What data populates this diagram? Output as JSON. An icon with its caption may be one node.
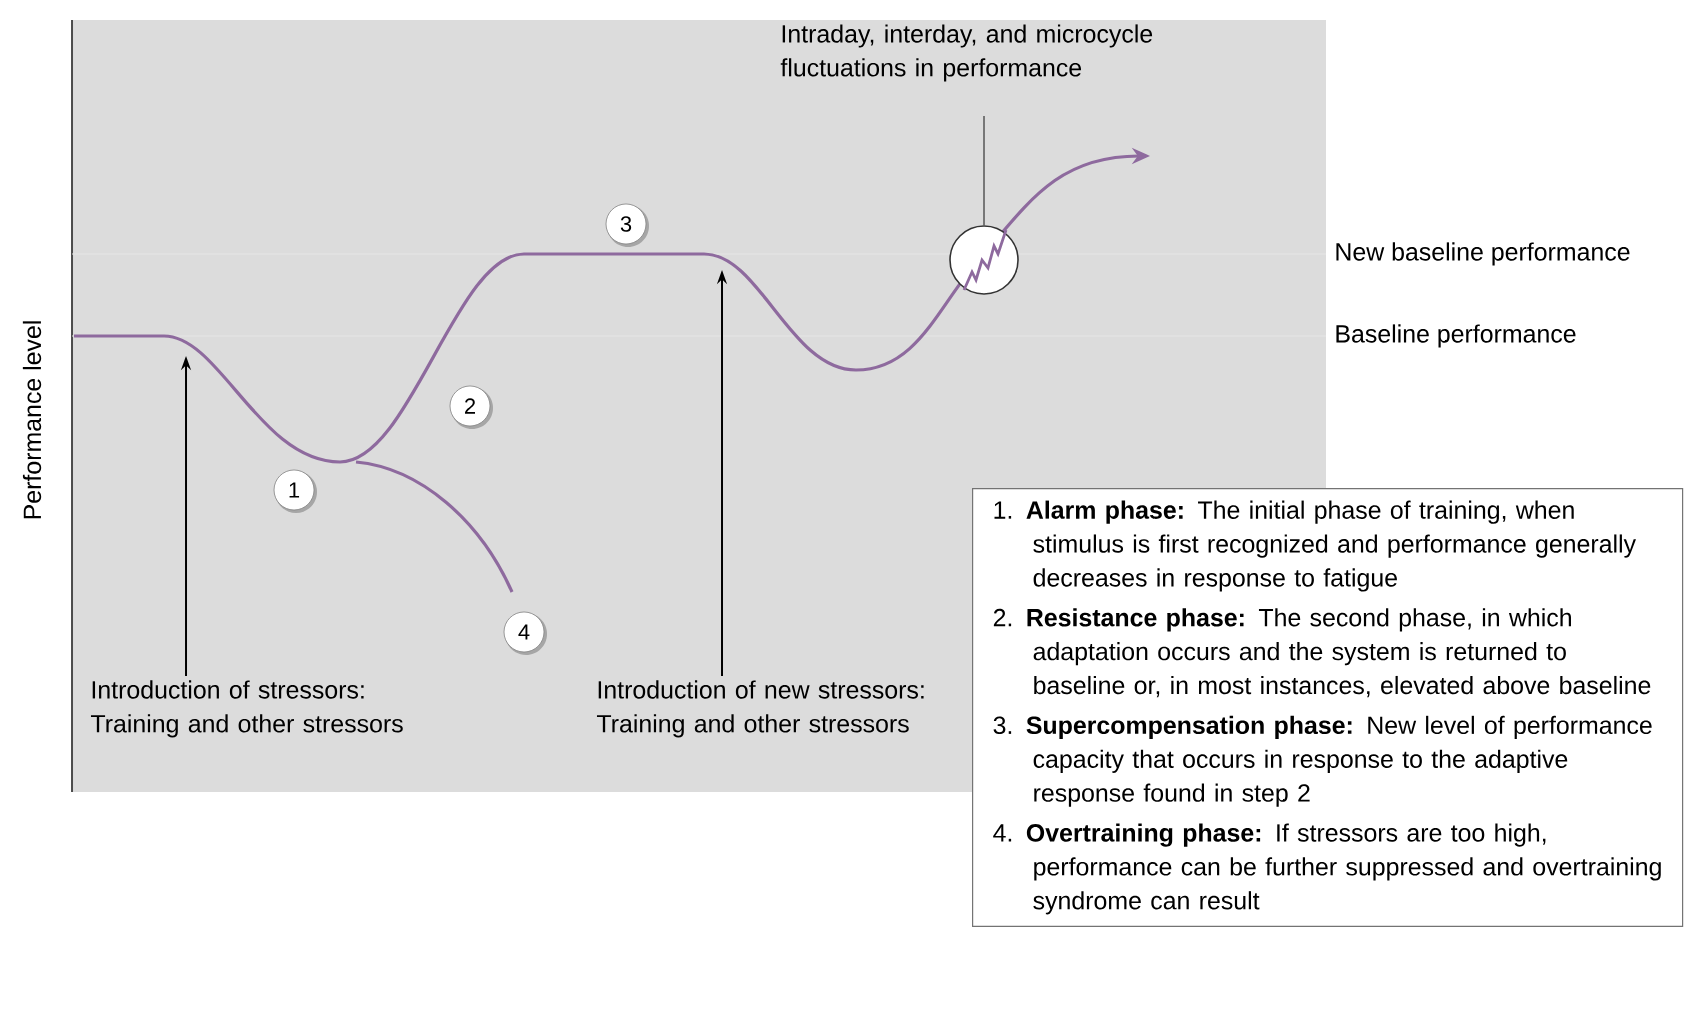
{
  "diagram": {
    "nodes": [
      {
        "text": [
          "Introduction of stressors: Training and other stressors"
        ]
      },
      {
        "text": [
          "Introduction of new stressors: Training and other stressors"
        ]
      },
      {
        "text": [
          "Intraday, interday, and microcycle fluctuations in performance"
        ]
      },
      {
        "text": [],
        "shape": "circle"
      },
      {
        "text": [
          "1. **Alarm phase:** The initial phase of training, when stimulus is first recognized and performance generally decreases in response to fatigue",
          "2. **Resistance phase:** The second phase, in which adaptation occurs and the system is returned to baseline or, in most instances, elevated above baseline",
          "3. **Supercompensation phase:** New level of performance capacity that occurs in response to the adaptive response found in step 2",
          "4. **Overtraining phase:** If stressors are too high, performance can be further suppressed and overtraining syndrome can result"
        ]
      },
      {
        "text": [
          "1"
        ]
      },
      {
        "text": [
          "2"
        ]
      },
      {
        "text": [
          "3"
        ]
      },
      {
        "text": [
          "4"
        ]
      }
    ],
    "edges": [
      {
        "from": 0,
        "to": null,
        "arrow": "to"
      },
      {
        "from": 1,
        "to": null,
        "arrow": "to"
      },
      {
        "from": 2,
        "to": 3,
        "arrow": "none"
      }
    ],
    "labels": [
      "New baseline performance",
      "Baseline performance",
      "Performance level"
    ]
  }
}
